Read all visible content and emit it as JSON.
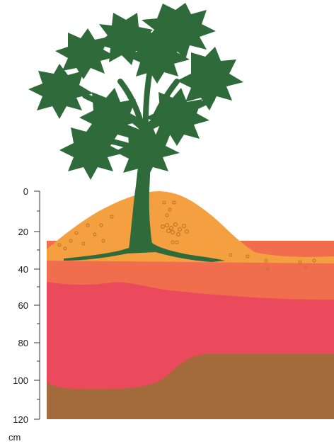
{
  "depth_axis": {
    "ticks": [
      "0",
      "20",
      "40",
      "60",
      "80",
      "100",
      "120"
    ],
    "unit": "cm"
  },
  "colors": {
    "mound": "#f5a040",
    "layer_orange_red": "#f06d4d",
    "layer_red": "#ea4a5c",
    "layer_brown": "#a36a3c",
    "tree": "#2f6b3a",
    "stones": "#c17a2a"
  },
  "icons": [
    "papaya-tree-icon"
  ]
}
